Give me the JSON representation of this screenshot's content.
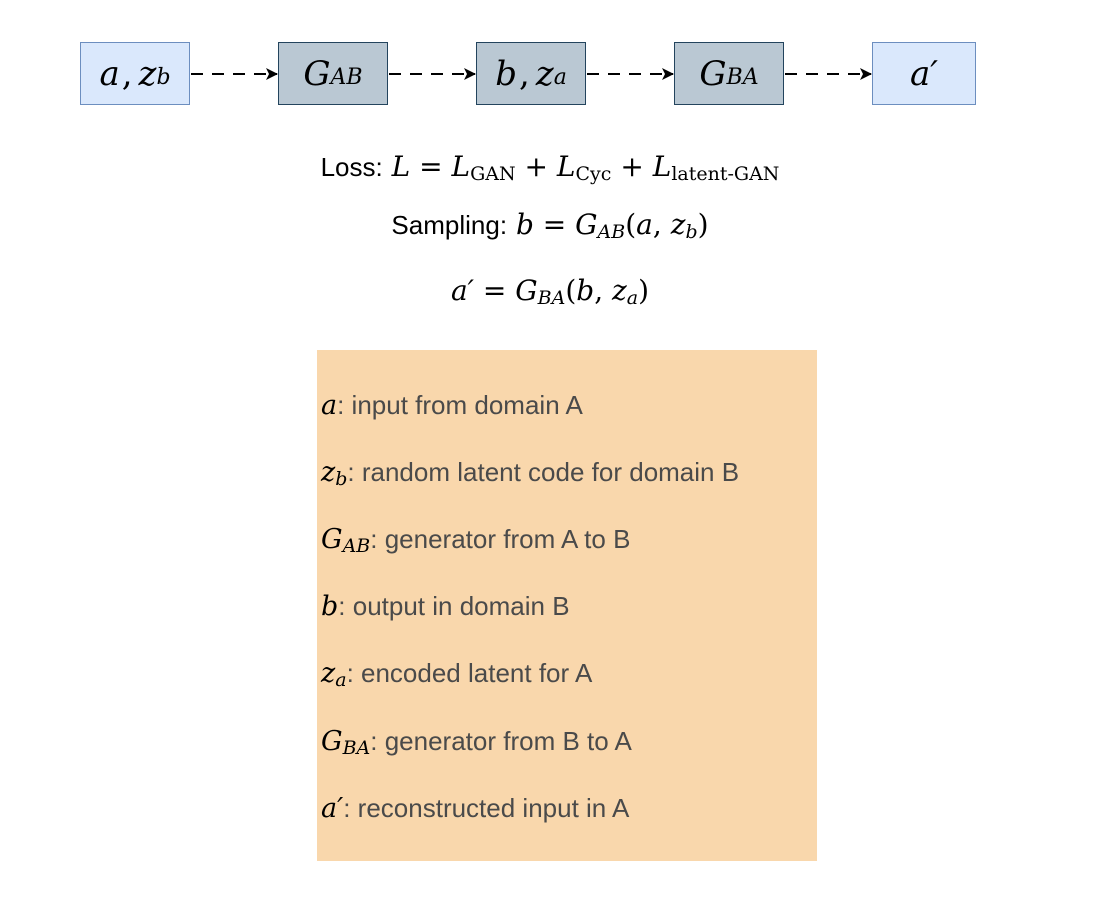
{
  "colors": {
    "light_box_fill": "#dae8fc",
    "light_box_border": "#6c8ebf",
    "dark_box_fill": "#bac8d3",
    "dark_box_border": "#23445d",
    "legend_fill": "#f9d7ac",
    "arrow": "#000000",
    "legend_text": "#4a4a4a"
  },
  "flow": {
    "nodes": [
      {
        "id": "n1",
        "base": "a",
        "sep": ",",
        "base2": "z",
        "sub": "b"
      },
      {
        "id": "n2",
        "base": "G",
        "sub": "AB"
      },
      {
        "id": "n3",
        "base": "b",
        "sep": ",",
        "base2": "z",
        "sub": "a"
      },
      {
        "id": "n4",
        "base": "G",
        "sub": "BA"
      },
      {
        "id": "n5",
        "base": "a′"
      }
    ],
    "edges": [
      {
        "from": "n1",
        "to": "n2",
        "style": "dashed"
      },
      {
        "from": "n2",
        "to": "n3",
        "style": "dashed"
      },
      {
        "from": "n3",
        "to": "n4",
        "style": "dashed"
      },
      {
        "from": "n4",
        "to": "n5",
        "style": "dashed"
      }
    ]
  },
  "equations": {
    "loss_label": "Loss:",
    "loss": {
      "L": "L",
      "eq": "=",
      "plus": "+",
      "t1_base": "L",
      "t1_sub": "GAN",
      "t2_base": "L",
      "t2_sub": "Cyc",
      "t3_base": "L",
      "t3_sub": "latent-GAN"
    },
    "sampling_label": "Sampling:",
    "sampling": {
      "lhs": "b",
      "eq": "=",
      "G": "G",
      "G_sub": "AB",
      "open": "(",
      "a": "a",
      "comma": ",",
      "z": "z",
      "z_sub": "b",
      "close": ")"
    },
    "recon": {
      "lhs": "a′",
      "eq": "=",
      "G": "G",
      "G_sub": "BA",
      "open": "(",
      "b": "b",
      "comma": ",",
      "z": "z",
      "z_sub": "a",
      "close": ")"
    }
  },
  "legend": {
    "items": [
      {
        "sym": "a",
        "sub": "",
        "text": ": input from domain A"
      },
      {
        "sym": "z",
        "sub": "b",
        "text": ": random latent code for domain B"
      },
      {
        "sym": "G",
        "sub": "AB",
        "text": ": generator from A to B"
      },
      {
        "sym": "b",
        "sub": "",
        "text": ": output in domain B"
      },
      {
        "sym": "z",
        "sub": "a",
        "text": ": encoded latent for A"
      },
      {
        "sym": "G",
        "sub": "BA",
        "text": ": generator from B to A"
      },
      {
        "sym": "a′",
        "sub": "",
        "text": ": reconstructed input in A"
      }
    ]
  }
}
